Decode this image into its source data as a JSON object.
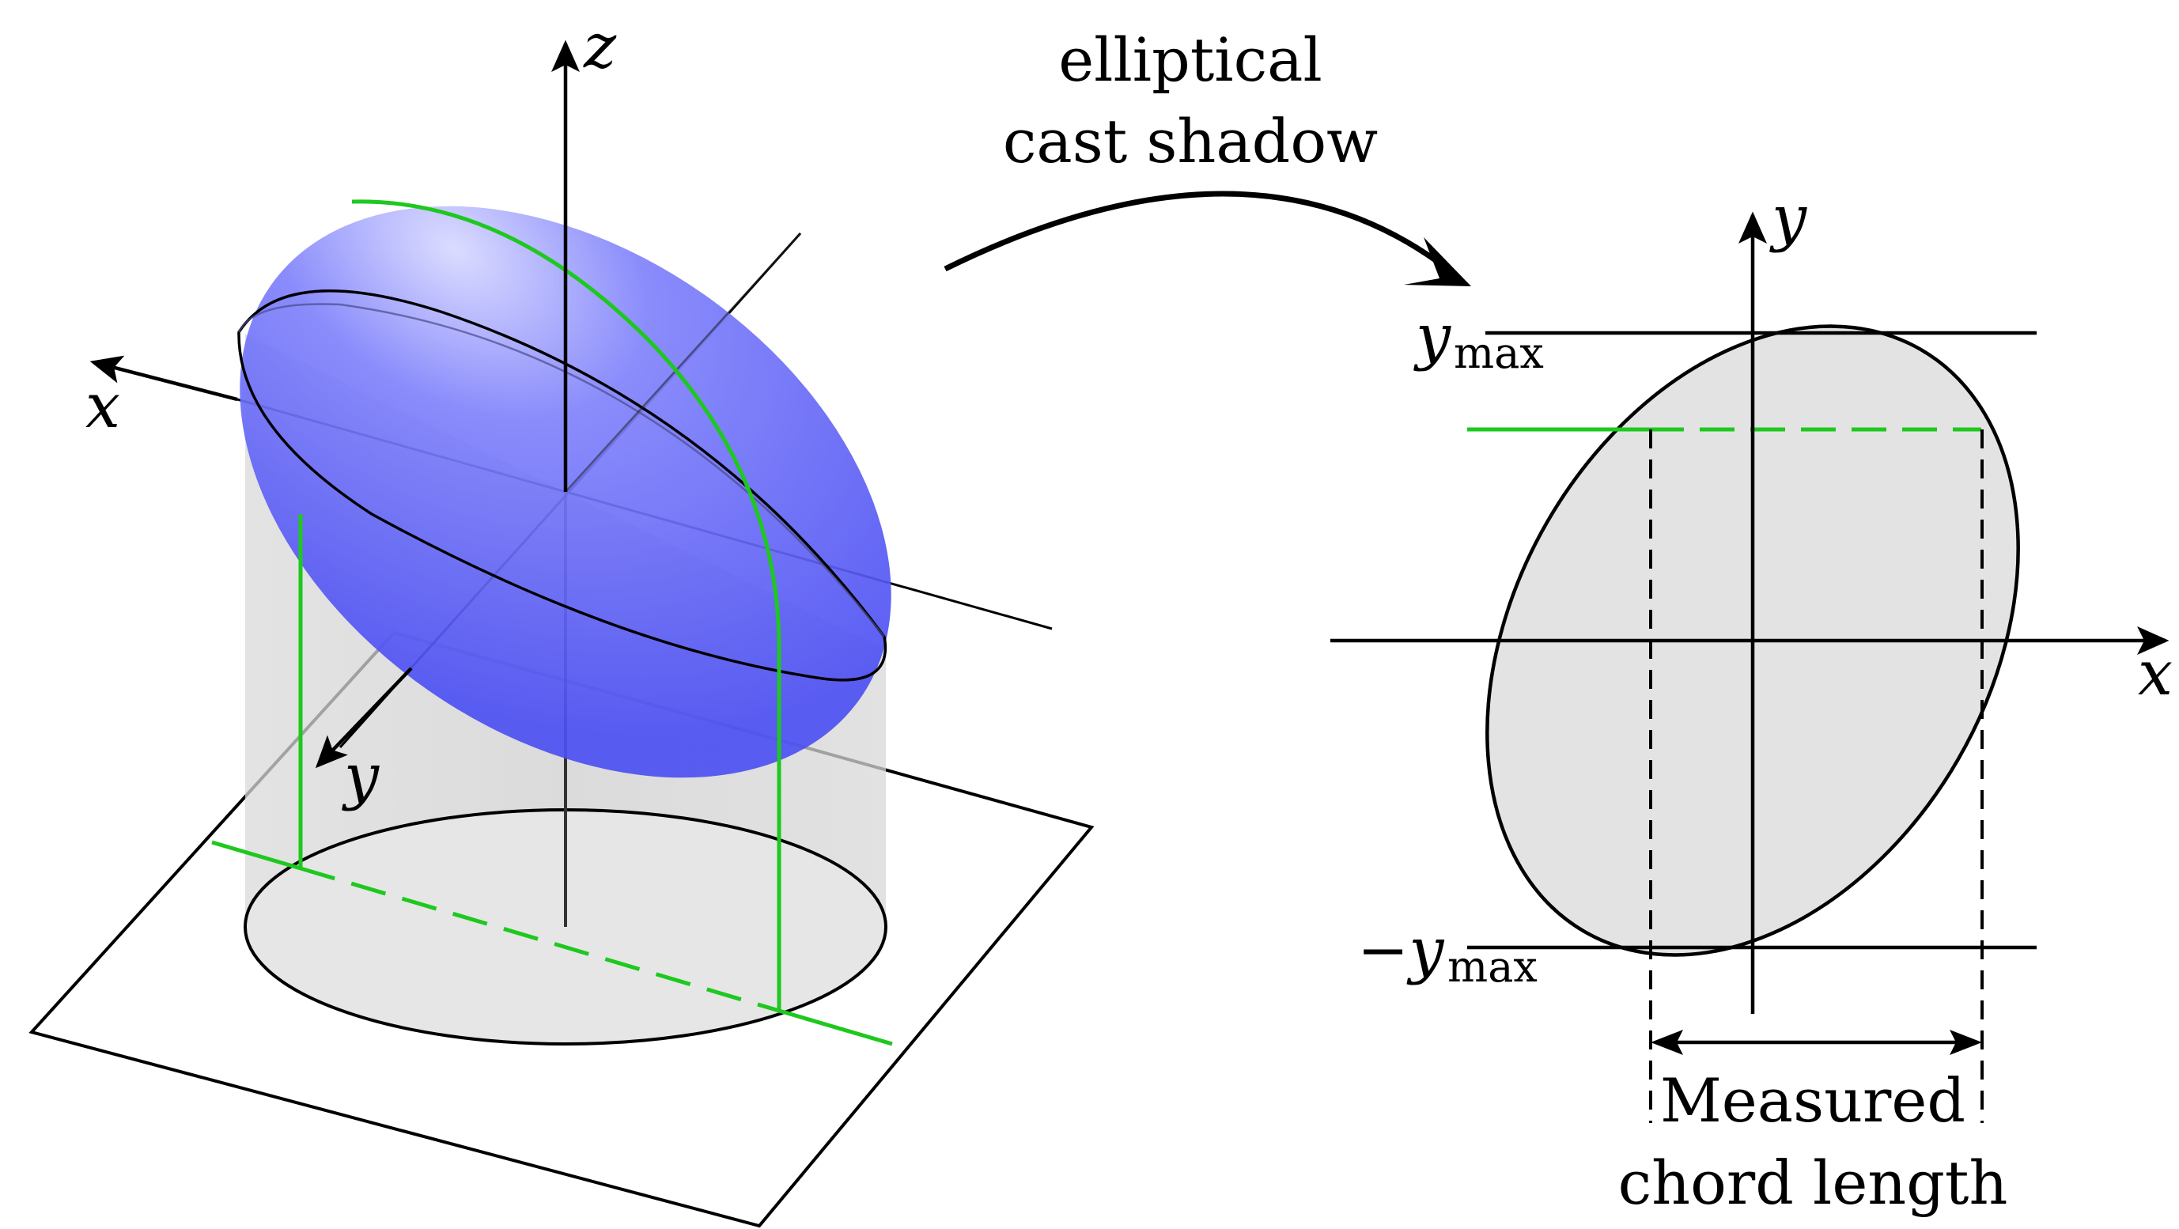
{
  "annotation": {
    "line1": "elliptical",
    "line2": "cast shadow"
  },
  "left_panel": {
    "axis_z": "z",
    "axis_x": "x",
    "axis_y": "y"
  },
  "right_panel": {
    "axis_y": "y",
    "axis_x": "x",
    "ymax_label": "y",
    "ymax_sub": "max",
    "neg_ymax_label": "−y",
    "neg_ymax_sub": "max",
    "caption_line1": "Measured",
    "caption_line2": "chord length"
  },
  "colors": {
    "ellipsoid": "#5a5cf6",
    "ellipsoid_light": "#c9caff",
    "green": "#1ec81e",
    "shadow_fill": "#e3e3e3",
    "cylinder_fill": "#d6d6d6",
    "line": "#000000"
  }
}
